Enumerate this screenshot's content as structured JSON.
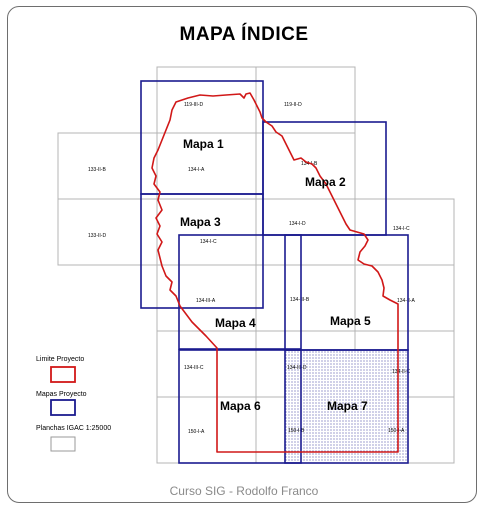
{
  "title": "MAPA ÍNDICE",
  "credit": "Curso SIG - Rodolfo Franco",
  "colors": {
    "project_limit": "#d11818",
    "project_maps": "#1b1b8f",
    "igac_grid": "#b4b4b4"
  },
  "grid_sheets": [
    {
      "label": "119-III-D"
    },
    {
      "label": "119-II-D"
    },
    {
      "label": "133-II-B"
    },
    {
      "label": "134-I-A"
    },
    {
      "label": "133-II-D"
    },
    {
      "label": "134-I-D"
    },
    {
      "label": "134-I-C"
    },
    {
      "label": "134-I-C"
    },
    {
      "label": "134-III-B"
    },
    {
      "label": "134-II-A"
    },
    {
      "label": "134-III-A"
    },
    {
      "label": "134-III-C"
    },
    {
      "label": "134-II-C"
    },
    {
      "label": "150-I-A"
    },
    {
      "label": "150-I-B"
    },
    {
      "label": "150-I-A"
    }
  ],
  "maps": [
    {
      "label": "Mapa 1"
    },
    {
      "label": "Mapa 2"
    },
    {
      "label": "Mapa 3"
    },
    {
      "label": "Mapa 4"
    },
    {
      "label": "Mapa 5"
    },
    {
      "label": "Mapa 6"
    },
    {
      "label": "Mapa 7"
    }
  ],
  "legend": {
    "project_limit": "Limite Proyecto",
    "project_maps": "Mapas Proyecto",
    "igac_sheets": "Planchas IGAC 1:25000"
  }
}
